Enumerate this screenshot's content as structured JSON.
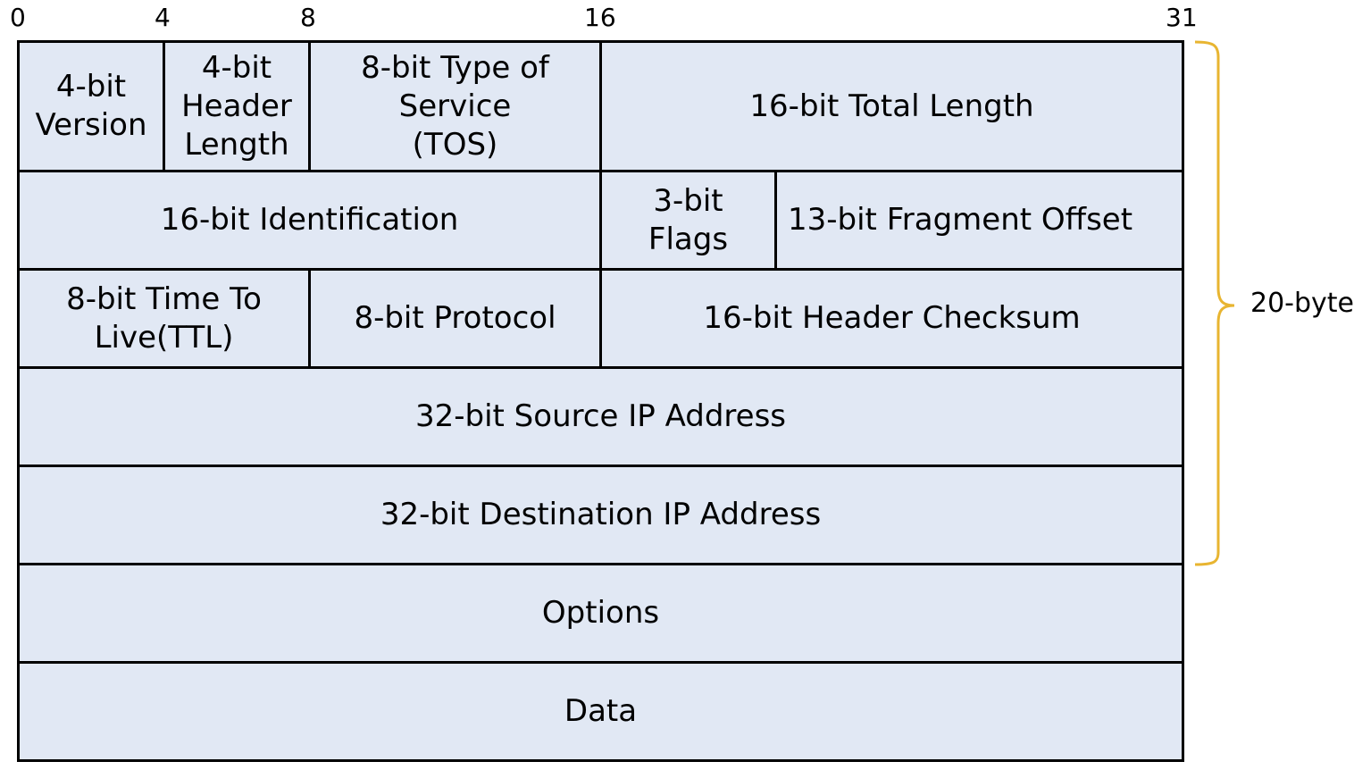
{
  "bit_ruler": [
    "0",
    "4",
    "8",
    "16",
    "31"
  ],
  "header_fields": {
    "version": "4-bit\nVersion",
    "header_length": "4-bit\nHeader\nLength",
    "tos": "8-bit Type of\nService\n(TOS)",
    "total_length": "16-bit Total Length",
    "identification": "16-bit Identification",
    "flags": "3-bit\nFlags",
    "fragment_offset": "13-bit Fragment Offset",
    "ttl": "8-bit Time To\nLive(TTL)",
    "protocol": "8-bit Protocol",
    "checksum": "16-bit Header Checksum",
    "source_ip": "32-bit Source IP Address",
    "destination_ip": "32-bit Destination IP Address",
    "options": "Options",
    "data": "Data"
  },
  "brace": {
    "label": "20-byte",
    "color": "#e8b531"
  },
  "colors": {
    "cell_fill": "#e1e8f4",
    "border": "#000000"
  }
}
